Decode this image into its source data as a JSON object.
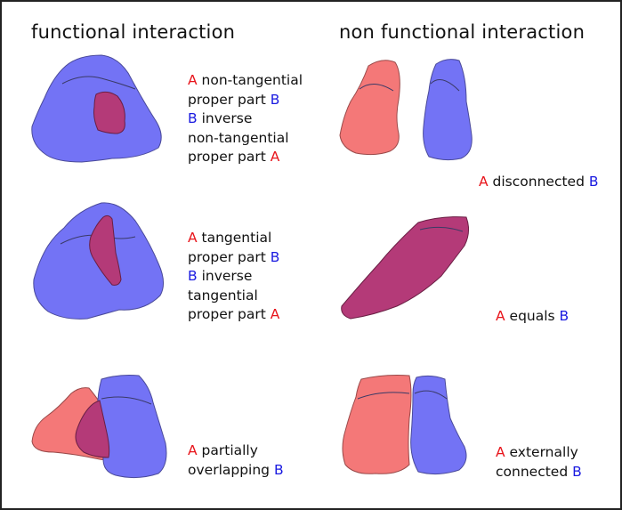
{
  "headings": {
    "functional": "functional interaction",
    "non_functional": "non functional interaction"
  },
  "relations": {
    "ntpp": {
      "l1_a": "A",
      "l1_rest": " non-tangential",
      "l2_text": "proper part ",
      "l2_b": "B",
      "l3_b": "B",
      "l3_rest": " inverse",
      "l4_text": "non-tangential",
      "l5_text": "proper part ",
      "l5_a": "A"
    },
    "tpp": {
      "l1_a": "A",
      "l1_rest": " tangential",
      "l2_text": "proper part ",
      "l2_b": "B",
      "l3_b": "B",
      "l3_rest": " inverse",
      "l4_text": "tangential",
      "l5_text": "proper part ",
      "l5_a": "A"
    },
    "po": {
      "l1_a": "A",
      "l1_rest": " partially",
      "l2_text": "overlapping ",
      "l2_b": "B"
    },
    "dc": {
      "a": "A",
      "text": " disconnected ",
      "b": "B"
    },
    "eq": {
      "a": "A",
      "text": " equals ",
      "b": "B"
    },
    "ec": {
      "l1_a": "A",
      "l1_rest": " externally",
      "l2_text": "connected ",
      "l2_b": "B"
    }
  },
  "colors": {
    "region_a": "#f47878",
    "region_b": "#7373f5",
    "overlap": "#b43a78",
    "label_a": "#e8141b",
    "label_b": "#1a1ae0"
  }
}
